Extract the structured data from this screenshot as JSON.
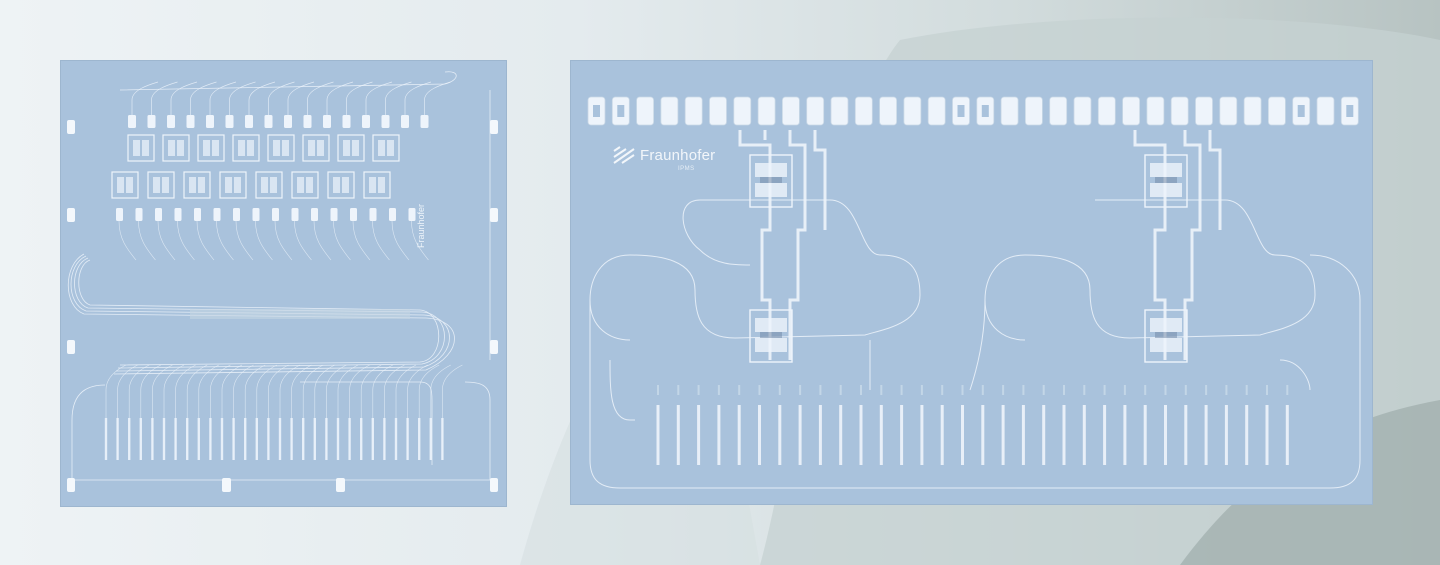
{
  "brand": {
    "name": "Fraunhofer",
    "subtitle": "IPMS"
  },
  "colors": {
    "chip_fill": "#a9c2dc",
    "trace": "#eef4fb",
    "background": "#e4ebee"
  },
  "left_chip": {
    "top_pad_count": 16,
    "bottom_pad_count": 30,
    "side_tab_count_per_edge": 4
  },
  "right_chip": {
    "top_pad_count": 32,
    "bottom_electrode_count": 32
  }
}
